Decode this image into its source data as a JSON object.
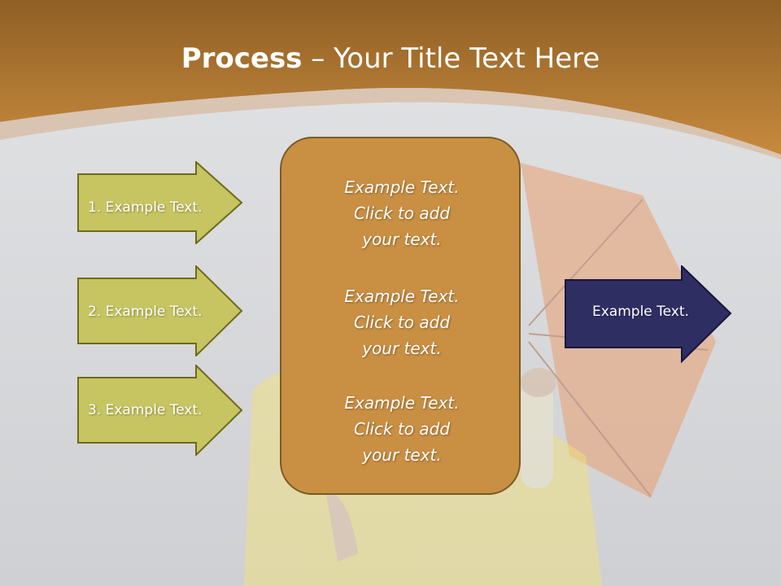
{
  "title": {
    "bold": "Process",
    "rest": " – Your Title Text Here"
  },
  "left_arrows": [
    {
      "label": "1. Example Text."
    },
    {
      "label": "2. Example Text."
    },
    {
      "label": "3. Example Text."
    }
  ],
  "panel": {
    "items": [
      {
        "line1": "Example Text.",
        "line2": "Click  to add",
        "line3": "your text."
      },
      {
        "line1": "Example Text.",
        "line2": "Click  to add",
        "line3": "your text."
      },
      {
        "line1": "Example Text.",
        "line2": "Click  to add",
        "line3": "your text."
      }
    ]
  },
  "right_arrow": {
    "label": "Example Text."
  },
  "colors": {
    "header": "#b7782f",
    "left_arrow_fill": "#c7c562",
    "left_arrow_border": "#6e6a1d",
    "panel_fill": "#c98f43",
    "right_arrow_fill": "#2e2e63"
  }
}
